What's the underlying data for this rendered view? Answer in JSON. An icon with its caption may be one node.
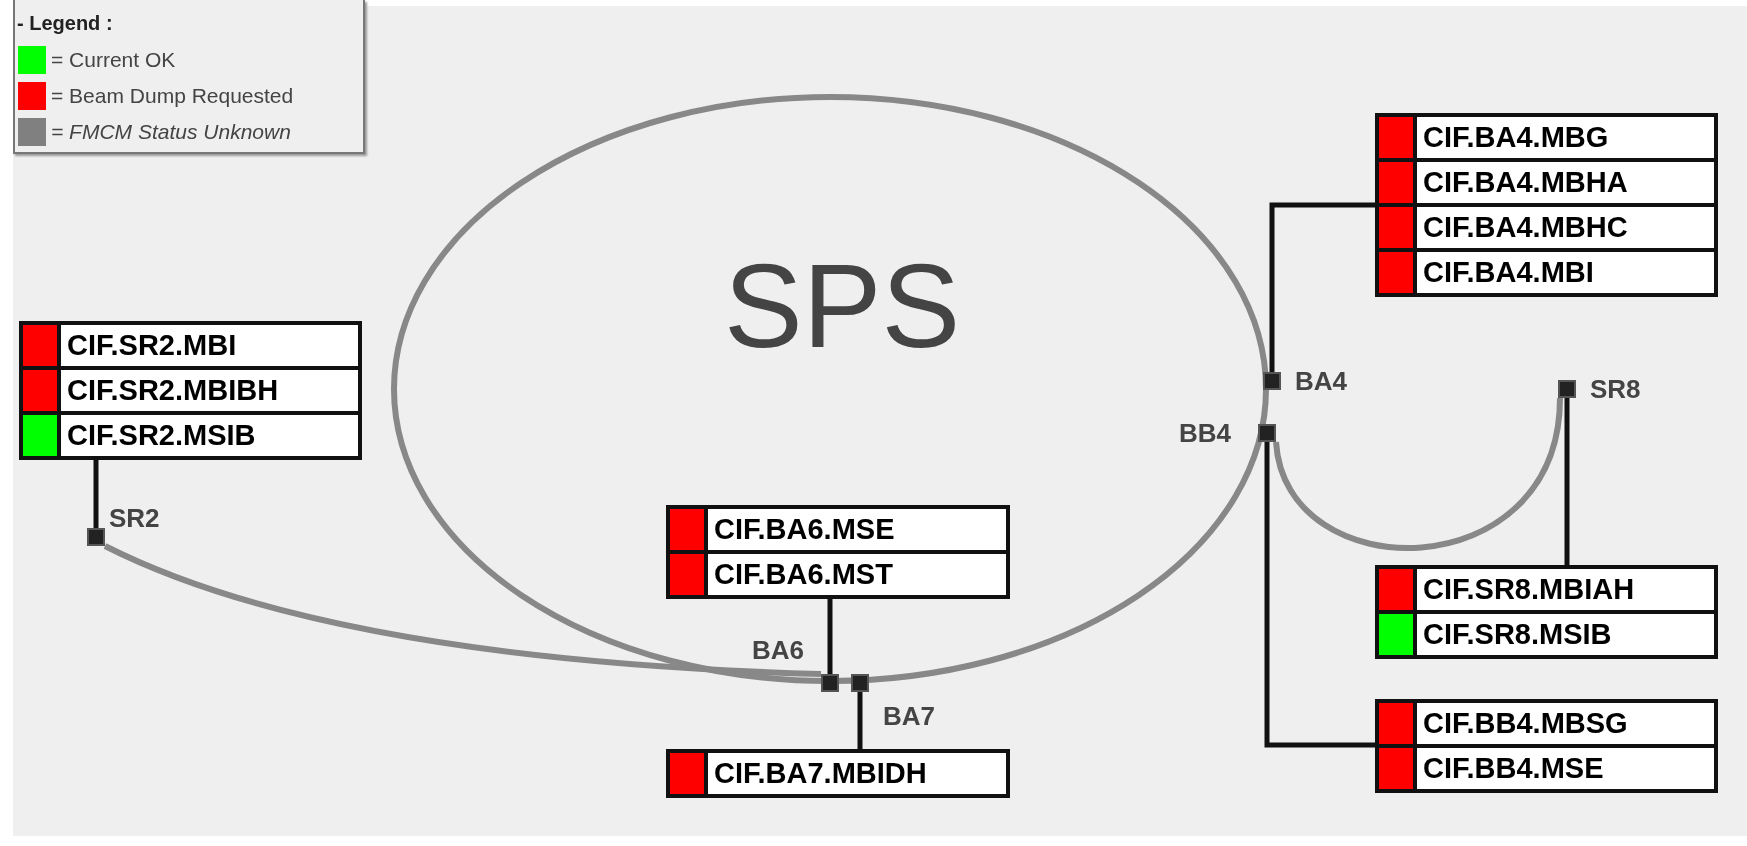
{
  "diagram": {
    "nodes": [
      {
        "text": [
          "SPS"
        ]
      },
      {
        "text": [],
        "shape": "box"
      },
      {
        "text": [
          "CIF.BA4.MBG"
        ],
        "in": 1
      },
      {
        "text": [
          "CIF.BA4.MBHA"
        ],
        "in": 1
      },
      {
        "text": [
          "CIF.BA4.MBHC"
        ],
        "in": 1
      },
      {
        "text": [
          "CIF.BA4.MBI"
        ],
        "in": 1
      },
      {
        "text": [],
        "shape": "box"
      },
      {
        "text": [
          "CIF.SR2.MBI"
        ],
        "in": 6
      },
      {
        "text": [
          "CIF.SR2.MBIBH"
        ],
        "in": 6
      },
      {
        "text": [
          "CIF.SR2.MSIB"
        ],
        "in": 6
      },
      {
        "text": [],
        "shape": "box",
        "beside": [
          "BA4"
        ]
      },
      {
        "text": [],
        "shape": "box",
        "beside": [
          "SR8"
        ]
      },
      {
        "text": [],
        "shape": "box",
        "beside": [
          "BB4"
        ]
      },
      {
        "text": [],
        "shape": "box"
      },
      {
        "text": [
          "CIF.BA6.MSE"
        ],
        "in": 13
      },
      {
        "text": [
          "CIF.BA6.MST"
        ],
        "in": 13
      },
      {
        "text": [],
        "shape": "box",
        "beside": [
          "SR2"
        ]
      },
      {
        "text": [],
        "shape": "box"
      },
      {
        "text": [
          "CIF.SR8.MBIAH"
        ],
        "in": 17
      },
      {
        "text": [
          "CIF.SR8.MSIB"
        ],
        "in": 17
      },
      {
        "text": [],
        "shape": "box",
        "beside": [
          "BA6"
        ]
      },
      {
        "text": [],
        "shape": "box",
        "beside": [
          "BA7"
        ]
      },
      {
        "text": [],
        "shape": "box"
      },
      {
        "text": [
          "CIF.BB4.MBSG"
        ],
        "in": 22
      },
      {
        "text": [
          "CIF.BB4.MSE"
        ],
        "in": 22
      },
      {
        "text": [],
        "shape": "box"
      },
      {
        "text": [
          "CIF.BA7.MBIDH"
        ],
        "in": 25
      }
    ],
    "edges": [
      {
        "from": 16,
        "to": 6,
        "arrow": "none"
      },
      {
        "from": 16,
        "to": 20,
        "arrow": "none",
        "color": "#888888"
      },
      {
        "from": 20,
        "to": 13,
        "arrow": "none"
      },
      {
        "from": 21,
        "to": 25,
        "arrow": "none"
      },
      {
        "from": 10,
        "to": 1,
        "arrow": "none"
      },
      {
        "from": 12,
        "to": 22,
        "arrow": "none"
      },
      {
        "from": 12,
        "to": 11,
        "arrow": "none",
        "color": "#888888"
      },
      {
        "from": 11,
        "to": 17,
        "arrow": "none"
      }
    ],
    "labels": [
      "- Legend :"
    ],
    "legend": [
      {
        "text": "= Current OK",
        "color": "#00ff00"
      },
      {
        "text": "= Beam Dump Requested",
        "color": "#ff0000"
      },
      {
        "text": "= FMCM Status Unknown",
        "color": "#808080"
      }
    ]
  }
}
